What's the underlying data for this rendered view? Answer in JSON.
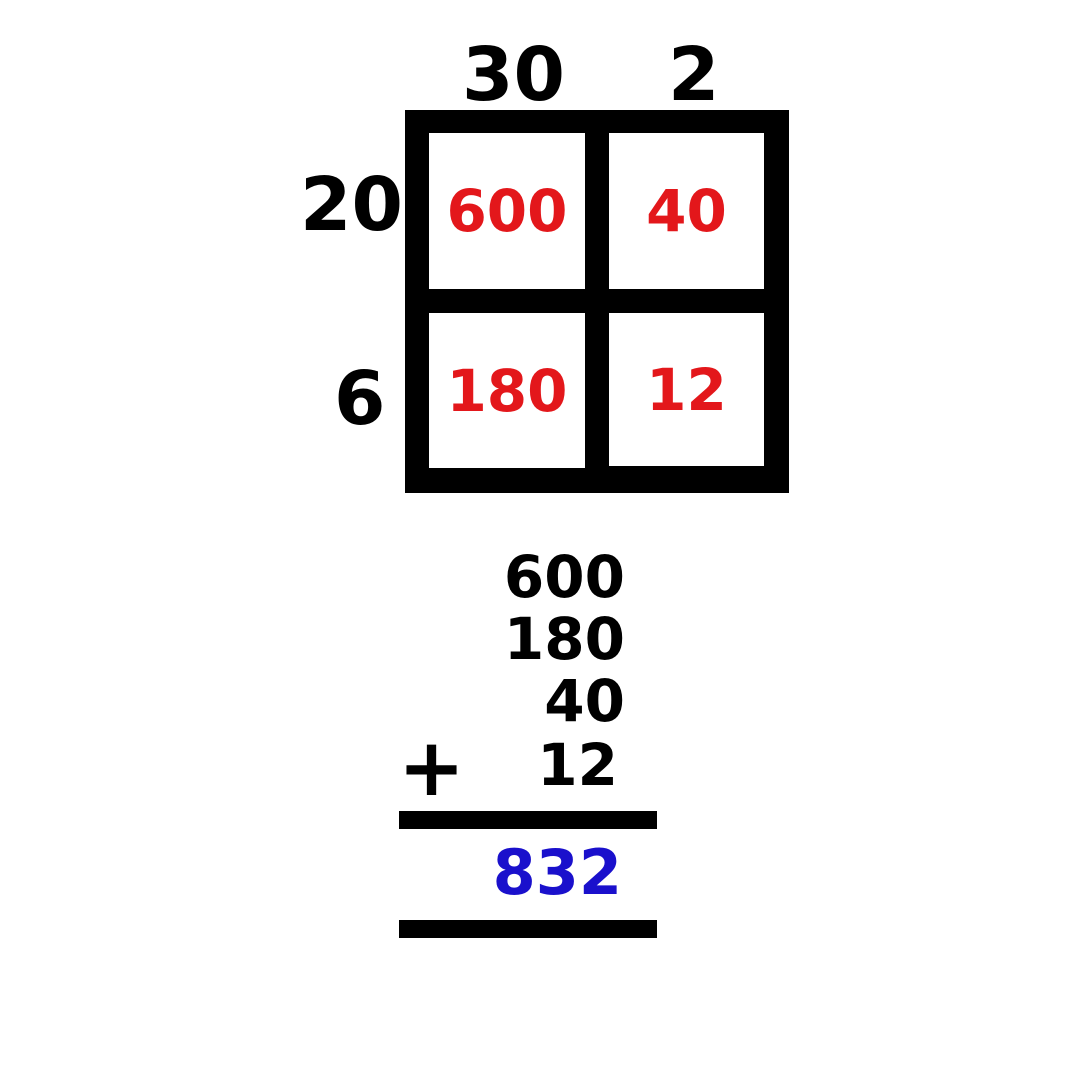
{
  "top_factors": [
    "30",
    "2"
  ],
  "side_factors": [
    "20",
    "6"
  ],
  "products": {
    "row1": [
      "600",
      "40"
    ],
    "row2": [
      "180",
      "12"
    ]
  },
  "addition": {
    "addends": [
      "600",
      "180",
      "40",
      "12"
    ],
    "operator": "+",
    "total": "832"
  },
  "colors": {
    "product": "#e3171b",
    "total": "#1a10cc",
    "ink": "#000000"
  }
}
